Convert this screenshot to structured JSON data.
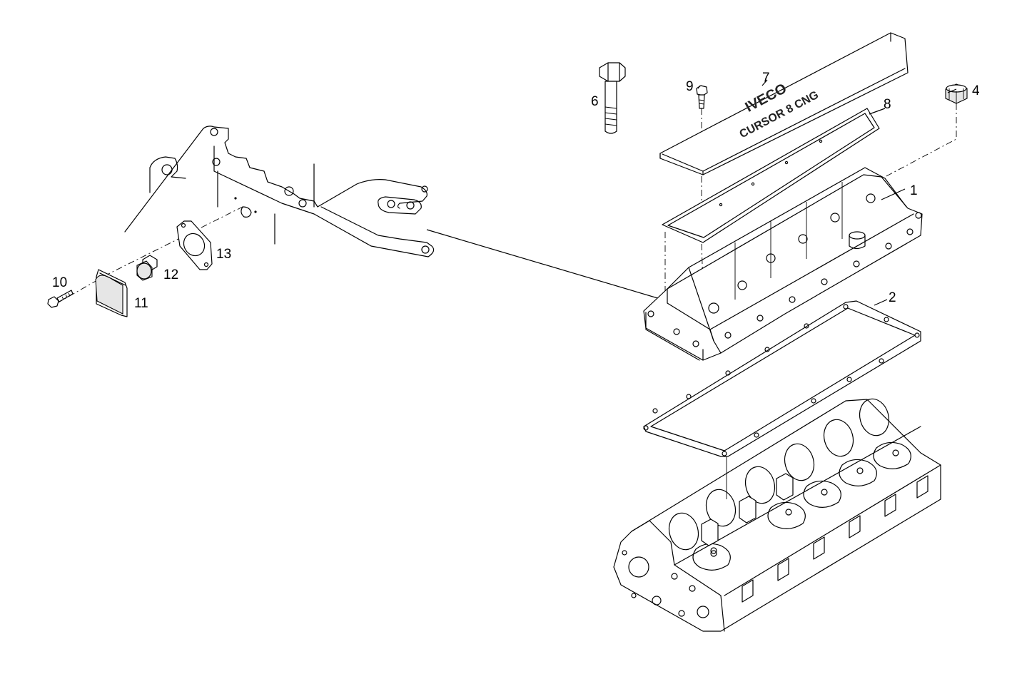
{
  "callouts": [
    {
      "id": "1",
      "label": "1"
    },
    {
      "id": "2",
      "label": "2"
    },
    {
      "id": "4",
      "label": "4"
    },
    {
      "id": "6",
      "label": "6"
    },
    {
      "id": "7",
      "label": "7"
    },
    {
      "id": "8",
      "label": "8"
    },
    {
      "id": "9",
      "label": "9"
    },
    {
      "id": "10",
      "label": "10"
    },
    {
      "id": "11",
      "label": "11"
    },
    {
      "id": "12",
      "label": "12"
    },
    {
      "id": "13",
      "label": "13"
    }
  ],
  "cover_text": {
    "brand": "IVECO",
    "model": "CURSOR 8 CNG"
  }
}
